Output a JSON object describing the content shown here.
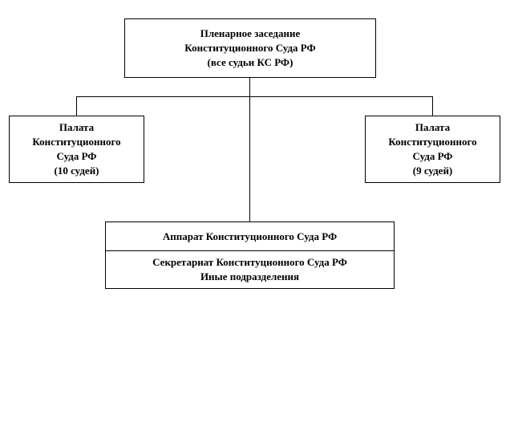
{
  "plenary": {
    "line1": "Пленарное заседание",
    "line2": "Конституционного Суда РФ",
    "line3": "(все судьи КС РФ)"
  },
  "chamber_left": {
    "line1": "Палата",
    "line2": "Конституционного",
    "line3": "Суда РФ",
    "line4": "(10 судей)"
  },
  "chamber_right": {
    "line1": "Палата",
    "line2": "Конституционного",
    "line3": "Суда РФ",
    "line4": "(9 судей)"
  },
  "apparatus": {
    "title": "Аппарат Конституционного Суда РФ",
    "item1": "Секретариат Конституционного Суда РФ",
    "item2": "Иные подразделения"
  }
}
